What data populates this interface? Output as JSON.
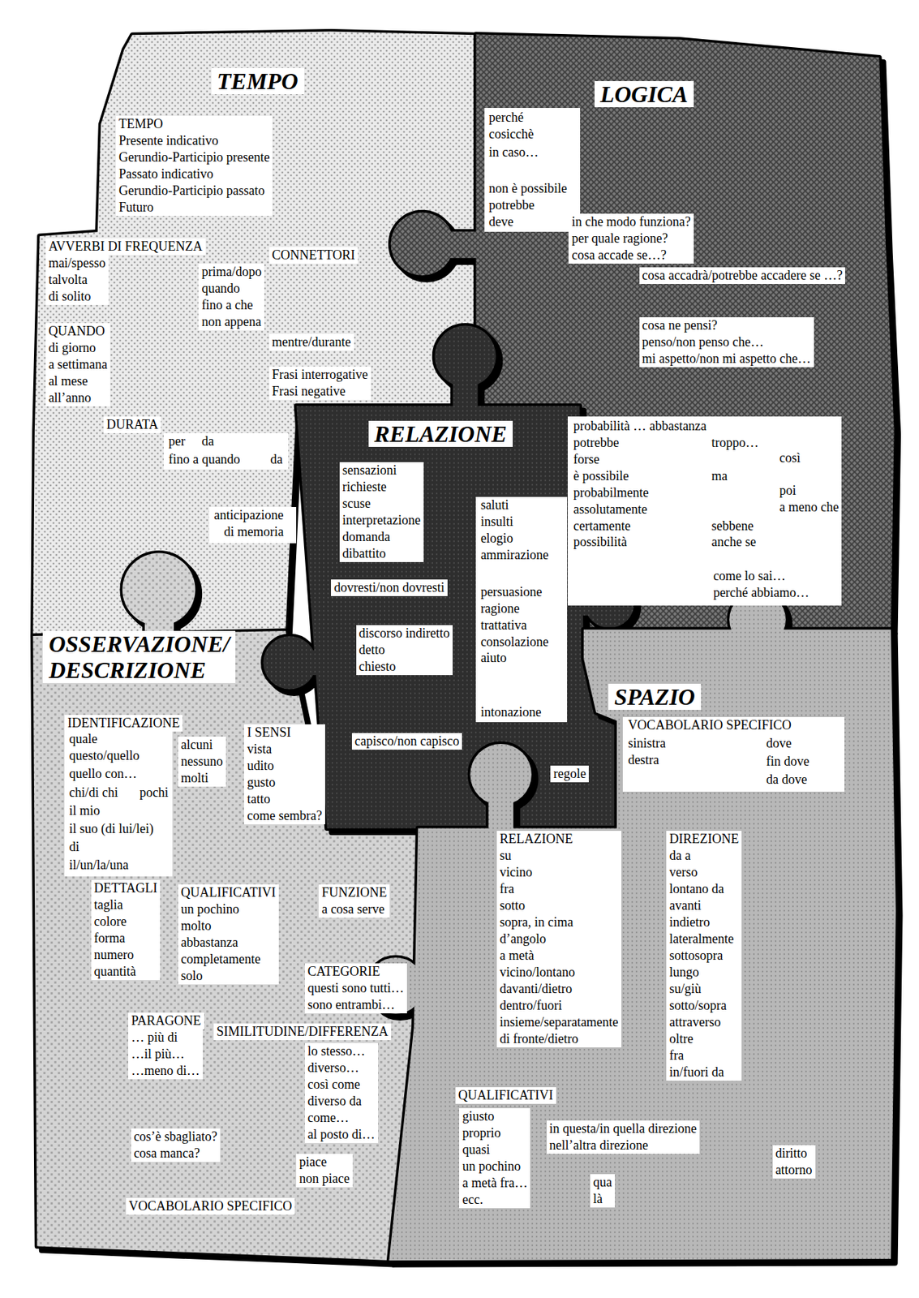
{
  "diagram": {
    "nodes": [
      {
        "text": [
          "TEMPO"
        ]
      },
      {
        "text": [
          "TEMPO",
          "Presente indicativo",
          "Gerundio-Participio presente",
          "Passato indicativo",
          "Gerundio-Participio passato",
          "Futuro"
        ],
        "in": 0
      },
      {
        "text": [
          "AVVERBI DI FREQUENZA"
        ],
        "in": 0
      },
      {
        "text": [
          "mai/spesso",
          "talvolta",
          "di solito"
        ],
        "in": 0
      },
      {
        "text": [
          "QUANDO",
          "di giorno",
          "a settimana",
          "al mese",
          "all’anno"
        ],
        "in": 0
      },
      {
        "text": [
          "CONNETTORI"
        ],
        "in": 0
      },
      {
        "text": [
          "prima/dopo",
          "quando",
          "fino a che",
          "non appena"
        ],
        "in": 0
      },
      {
        "text": [
          "mentre/durante"
        ],
        "in": 0
      },
      {
        "text": [
          "Frasi interrogative",
          "Frasi negative"
        ],
        "in": 0
      },
      {
        "text": [
          "DURATA"
        ],
        "in": 0
      },
      {
        "text": [
          "per",
          "da",
          "fino a quando",
          "da"
        ],
        "in": 0
      },
      {
        "text": [
          "anticipazione",
          "di memoria"
        ],
        "in": 0
      },
      {
        "text": [
          "LOGICA"
        ]
      },
      {
        "text": [
          "perché",
          "cosicchè",
          "in caso…",
          "non è possibile",
          "potrebbe",
          "deve"
        ],
        "in": 12
      },
      {
        "text": [
          "in che modo funziona?",
          "per quale ragione?",
          "cosa accade se…?"
        ],
        "in": 12
      },
      {
        "text": [
          "cosa accadrà/potrebbe accadere se …?"
        ],
        "in": 12
      },
      {
        "text": [
          "cosa ne pensi?",
          "penso/non penso che…",
          "mi aspetto/non mi aspetto che…"
        ],
        "in": 12
      },
      {
        "text": [
          "probabilità … abbastanza",
          "potrebbe",
          "forse",
          "è possibile",
          "probabilmente",
          "assolutamente",
          "certamente",
          "possibilità",
          "troppo…",
          "così",
          "ma",
          "poi",
          "a meno che",
          "sebbene",
          "anche se",
          "come lo sai…",
          "perché abbiamo…"
        ],
        "in": 12
      },
      {
        "text": [
          "RELAZIONE"
        ]
      },
      {
        "text": [
          "sensazioni",
          "richieste",
          "scuse",
          "interpretazione",
          "domanda",
          "dibattito"
        ],
        "in": 18
      },
      {
        "text": [
          "saluti",
          "insulti",
          "elogio",
          "ammirazione",
          "persuasione",
          "ragione",
          "trattativa",
          "consolazione",
          "aiuto",
          "intonazione"
        ],
        "in": 18
      },
      {
        "text": [
          "dovresti/non dovresti"
        ],
        "in": 18
      },
      {
        "text": [
          "discorso indiretto",
          "detto",
          "chiesto"
        ],
        "in": 18
      },
      {
        "text": [
          "capisco/non capisco"
        ],
        "in": 18
      },
      {
        "text": [
          "regole"
        ],
        "in": 18
      },
      {
        "text": [
          "OSSERVAZIONE/ DESCRIZIONE"
        ]
      },
      {
        "text": [
          "IDENTIFICAZIONE"
        ],
        "in": 25
      },
      {
        "text": [
          "quale",
          "questo/quello",
          "quello con…",
          "chi/di chi",
          "pochi",
          "il mio",
          "il suo (di lui/lei)",
          "di",
          "il/un/la/una"
        ],
        "in": 25
      },
      {
        "text": [
          "alcuni",
          "nessuno",
          "molti"
        ],
        "in": 25
      },
      {
        "text": [
          "I SENSI",
          "vista",
          "udito",
          "gusto",
          "tatto",
          "come sembra?"
        ],
        "in": 25
      },
      {
        "text": [
          "DETTAGLI",
          "taglia",
          "colore",
          "forma",
          "numero",
          "quantità"
        ],
        "in": 25
      },
      {
        "text": [
          "QUALIFICATIVI",
          "un pochino",
          "molto",
          "abbastanza",
          "completamente",
          "solo"
        ],
        "in": 25
      },
      {
        "text": [
          "FUNZIONE",
          "a cosa serve"
        ],
        "in": 25
      },
      {
        "text": [
          "CATEGORIE",
          "questi sono tutti…",
          "sono entrambi…"
        ],
        "in": 25
      },
      {
        "text": [
          "PARAGONE"
        ],
        "in": 25
      },
      {
        "text": [
          "… più di",
          "…il più…",
          "…meno di…"
        ],
        "in": 25
      },
      {
        "text": [
          "SIMILITUDINE/DIFFERENZA"
        ],
        "in": 25
      },
      {
        "text": [
          "lo stesso…",
          "diverso…",
          "così come",
          "diverso da",
          "come…",
          "al posto di…"
        ],
        "in": 25
      },
      {
        "text": [
          "cos’è sbagliato?",
          "cosa manca?"
        ],
        "in": 25
      },
      {
        "text": [
          "piace",
          "non piace"
        ],
        "in": 25
      },
      {
        "text": [
          "VOCABOLARIO SPECIFICO"
        ],
        "in": 25
      },
      {
        "text": [
          "SPAZIO"
        ]
      },
      {
        "text": [
          "VOCABOLARIO SPECIFICO",
          "sinistra",
          "destra",
          "dove",
          "fin dove",
          "da dove"
        ],
        "in": 41
      },
      {
        "text": [
          "RELAZIONE",
          "su",
          "vicino",
          "fra",
          "sotto",
          "sopra, in cima",
          "d’angolo",
          "a metà",
          "vicino/lontano",
          "davanti/dietro",
          "dentro/fuori",
          "insieme/separatamente",
          "di fronte/dietro"
        ],
        "in": 41
      },
      {
        "text": [
          "DIREZIONE",
          "da a",
          "verso",
          "lontano da",
          "avanti",
          "indietro",
          "lateralmente",
          "sottosopra",
          "lungo",
          "su/giù",
          "sotto/sopra",
          "attraverso",
          "oltre",
          "fra",
          "in/fuori da"
        ],
        "in": 41
      },
      {
        "text": [
          "QUALIFICATIVI"
        ],
        "in": 41
      },
      {
        "text": [
          "giusto",
          "proprio",
          "quasi",
          "un pochino",
          "a metà fra…",
          "ecc."
        ],
        "in": 41
      },
      {
        "text": [
          "in questa/in quella direzione",
          "nell’altra direzione"
        ],
        "in": 41
      },
      {
        "text": [
          "qua",
          "là"
        ],
        "in": 41
      },
      {
        "text": [
          "diritto",
          "attorno"
        ],
        "in": 41
      }
    ]
  }
}
